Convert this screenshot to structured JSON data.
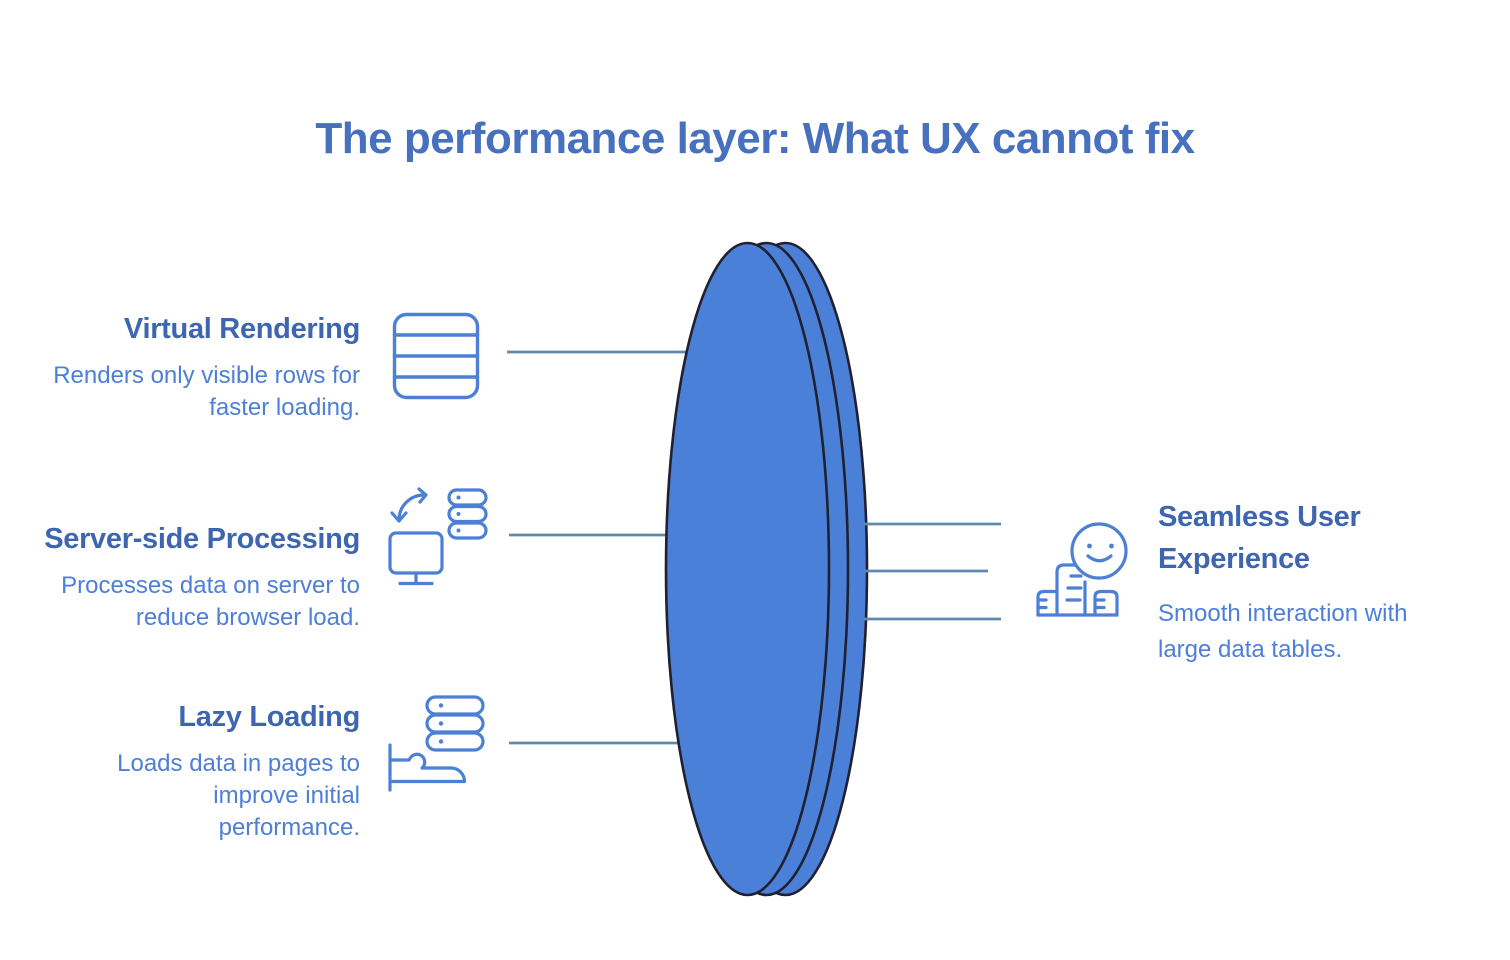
{
  "title": "The performance layer: What UX cannot fix",
  "colors": {
    "background": "#FFFFFF",
    "lens_fill": "#4A80D8",
    "lens_outline": "#202030",
    "connector": "#5E8AB0",
    "title": "#4770BE",
    "heading": "#3E66B0",
    "body": "#4D7FD9",
    "icon": "#4C80D4"
  },
  "left_items": [
    {
      "heading": "Virtual Rendering",
      "body": "Renders only visible rows for faster loading.",
      "icon": "table-rows-icon"
    },
    {
      "heading": "Server-side Processing",
      "body": "Processes data on server to reduce browser load.",
      "icon": "monitor-sync-server-icon"
    },
    {
      "heading": "Lazy Loading",
      "body": "Loads data in pages to improve initial performance.",
      "icon": "hand-server-icon"
    }
  ],
  "right_item": {
    "heading": "Seamless User Experience",
    "body": "Smooth interaction with large data tables.",
    "icon": "happy-user-icon"
  }
}
